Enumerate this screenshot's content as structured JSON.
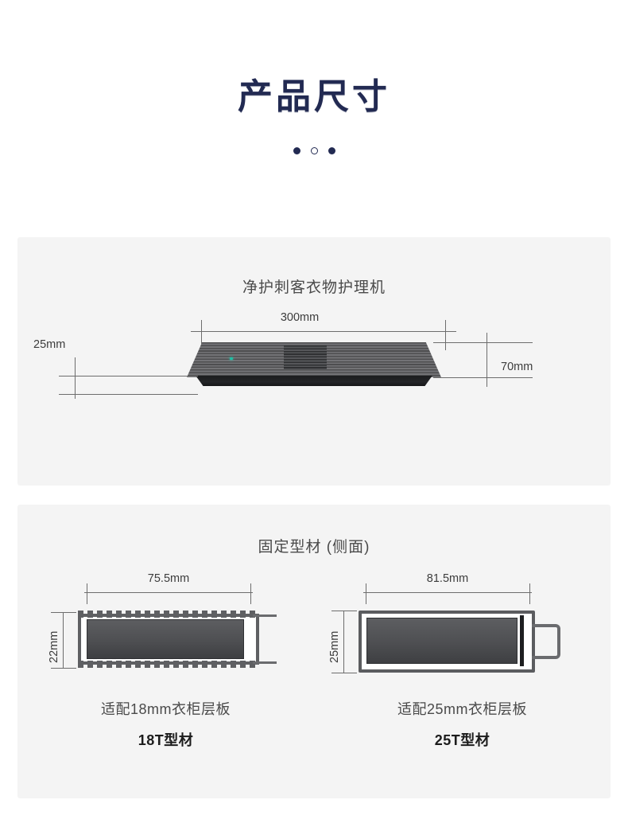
{
  "header": {
    "title": "产品尺寸",
    "dots": [
      {
        "name": "dot-1",
        "filled": true
      },
      {
        "name": "dot-2",
        "filled": false
      },
      {
        "name": "dot-3",
        "filled": true
      }
    ],
    "title_color": "#222a52"
  },
  "card_product": {
    "title": "净护刺客衣物护理机",
    "dimensions": {
      "width": "300mm",
      "height_left": "25mm",
      "height_right": "70mm"
    },
    "device": {
      "led_color": "#1fbfa4",
      "body_color": "#737376",
      "base_color": "#1b1c1e"
    }
  },
  "card_profiles": {
    "title": "固定型材 (侧面)",
    "items": [
      {
        "width_label": "75.5mm",
        "height_label": "22mm",
        "caption_main": "适配18mm衣柜层板",
        "caption_sub": "18T型材",
        "profile_type": "toothed"
      },
      {
        "width_label": "81.5mm",
        "height_label": "25mm",
        "caption_main": "适配25mm衣柜层板",
        "caption_sub": "25T型材",
        "profile_type": "smooth-hook"
      }
    ]
  },
  "colors": {
    "page_background": "#ffffff",
    "card_background": "#f4f4f4",
    "dimension_line": "#6d6d6d",
    "text_primary": "#3c3c3c",
    "title_navy": "#222a52"
  }
}
